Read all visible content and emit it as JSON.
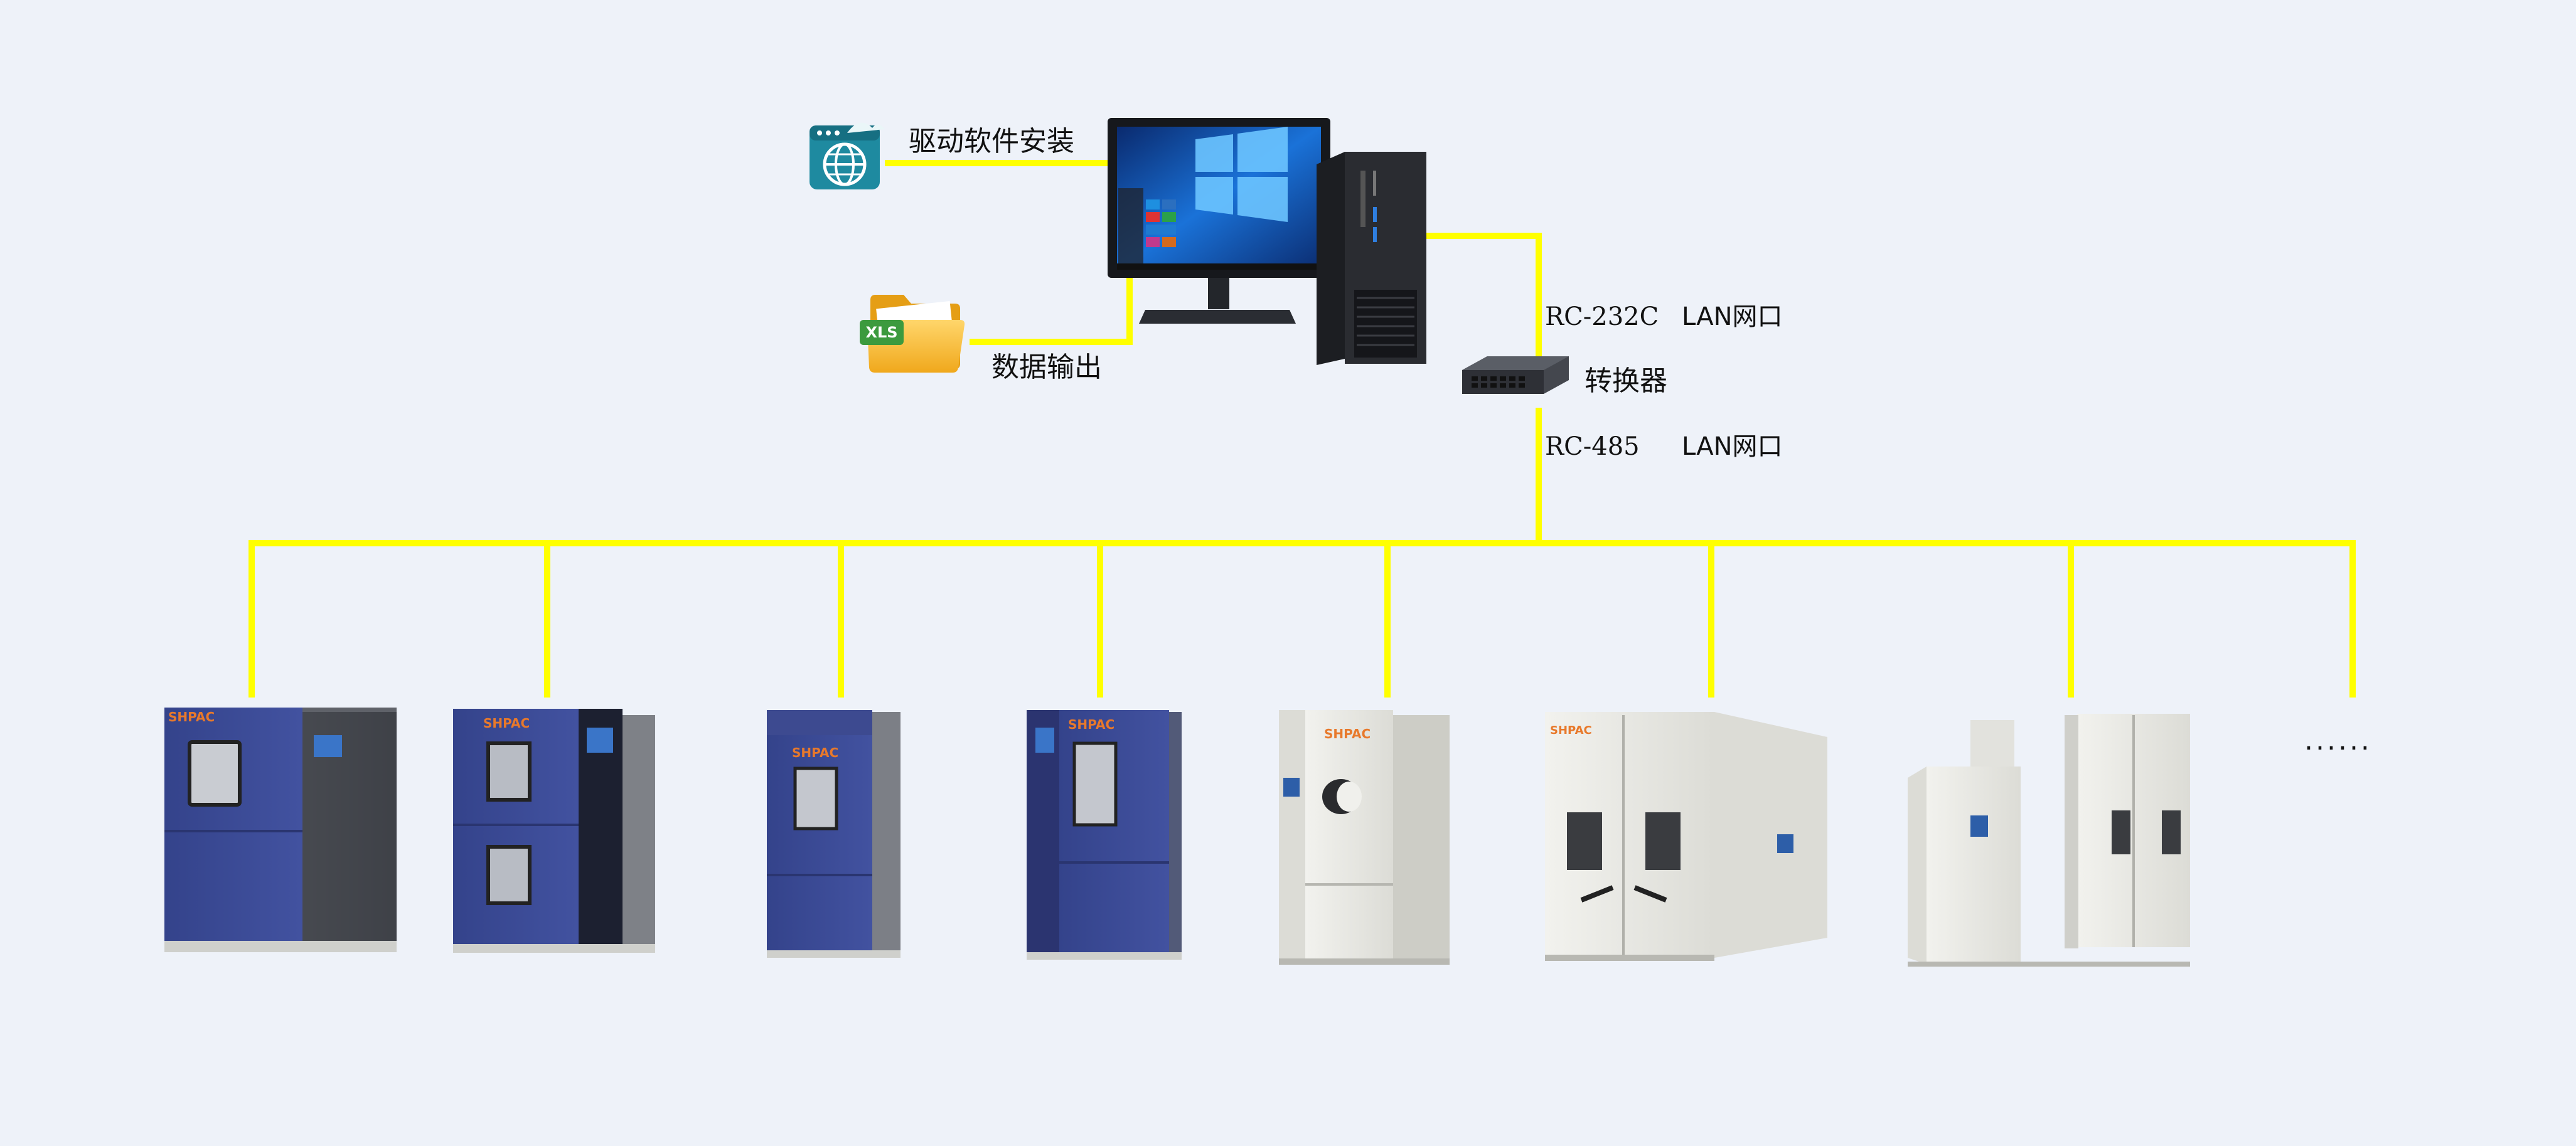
{
  "labels": {
    "driver_install": "驱动软件安装",
    "data_output": "数据输出",
    "converter": "转换器",
    "rc232c": "RC-232C",
    "lan_port_top": "LAN网口",
    "rc485": "RC-485",
    "lan_port_bottom": "LAN网口",
    "ellipsis": "......",
    "xls": "XLS"
  },
  "brand_text": "SHPAC",
  "colors": {
    "background": "#eef2f9",
    "cable": "#ffff00",
    "chamber_blue": "#3b4a93",
    "chamber_white": "#e8e8e4",
    "dark_unit": "#2c2f35",
    "brand": "#e8792b"
  },
  "icons": [
    "globe-window-icon",
    "xls-folder-icon",
    "network-switch-icon"
  ],
  "chambers": [
    "thermal-shock-chamber-1",
    "thermal-shock-chamber-2",
    "test-chamber-blue-small",
    "test-chamber-blue-tall",
    "test-chamber-white",
    "walk-in-chamber-large",
    "walk-in-chamber-with-cabinet"
  ]
}
